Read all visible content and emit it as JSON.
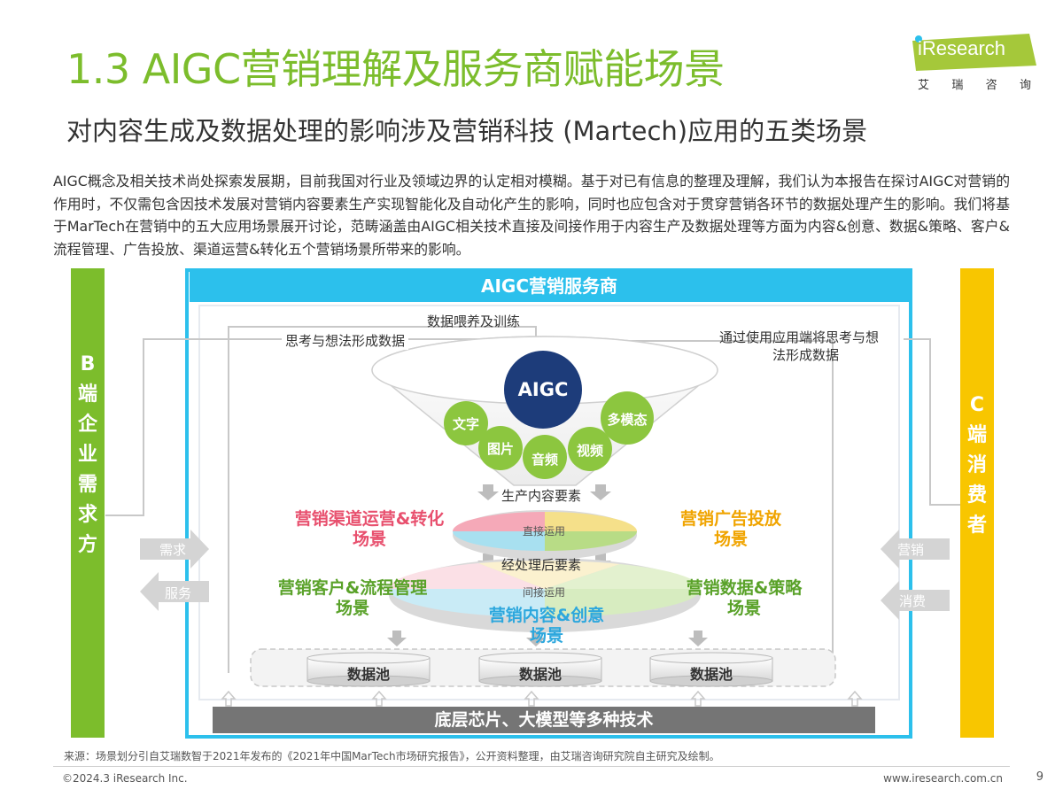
{
  "header": {
    "title": "1.3 AIGC营销理解及服务商赋能场景",
    "subtitle": "对内容生成及数据处理的影响涉及营销科技 (Martech)应用的五类场景"
  },
  "logo": {
    "brand": "iResearch",
    "cn_chars": [
      "艾",
      "瑞",
      "咨",
      "询"
    ]
  },
  "intro": "AIGC概念及相关技术尚处探索发展期，目前我国对行业及领域边界的认定相对模糊。基于对已有信息的整理及理解，我们认为本报告在探讨AIGC对营销的作用时，不仅需包含因技术发展对营销内容要素生产实现智能化及自动化产生的影响，同时也应包含对于贯穿营销各环节的数据处理产生的影响。我们将基于MarTech在营销中的五大应用场景展开讨论，范畴涵盖由AIGC相关技术直接及间接作用于内容生产及数据处理等方面为内容&创意、数据&策略、客户&流程管理、广告投放、渠道运营&转化五个营销场景所带来的影响。",
  "diagram": {
    "left_bar": [
      "B",
      "端",
      "企",
      "业",
      "需",
      "求",
      "方"
    ],
    "right_bar": [
      "C",
      "端",
      "消",
      "费",
      "者"
    ],
    "service_title": "AIGC营销服务商",
    "tech_title": "底层芯片、大模型等多种技术",
    "labels": {
      "data_feed": "数据喂养及训练",
      "think_left": "思考与想法形成数据",
      "think_right_1": "通过使用应用端将思考与想",
      "think_right_2": "法形成数据",
      "produce": "生产内容要素",
      "processed": "经处理后要素",
      "direct": "直接运用",
      "indirect": "间接运用"
    },
    "aigc": "AIGC",
    "modalities": [
      "文字",
      "图片",
      "音频",
      "视频",
      "多模态"
    ],
    "scenes": {
      "channel": [
        "营销渠道运营&转化",
        "场景"
      ],
      "ad": [
        "营销广告投放",
        "场景"
      ],
      "customer": [
        "营销客户&流程管理",
        "场景"
      ],
      "data": [
        "营销数据&策略",
        "场景"
      ],
      "content": [
        "营销内容&创意",
        "场景"
      ]
    },
    "left_arrows": [
      "需求",
      "服务"
    ],
    "right_arrows": [
      "营销",
      "消费"
    ],
    "pools": [
      "数据池",
      "数据池",
      "数据池"
    ]
  },
  "footer": {
    "source": "来源：场景划分引自艾瑞数智于2021年发布的《2021年中国MarTech市场研究报告》，公开资料整理，由艾瑞咨询研究院自主研究及绘制。",
    "copyright": "©2024.3 iResearch Inc.",
    "website": "www.iresearch.com.cn",
    "page": "9"
  },
  "colors": {
    "green": "#7cbd2c",
    "yellow": "#f8c600",
    "cyan": "#2cc0ec",
    "navy": "#1d3c7a",
    "gray": "#757575"
  }
}
